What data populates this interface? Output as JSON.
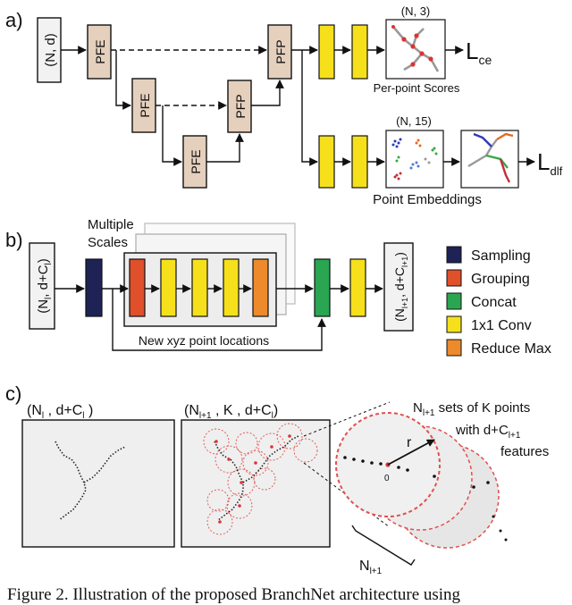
{
  "panel_a": {
    "label": "a)",
    "input": "(N, d)",
    "pfe_label": "PFE",
    "pfp_label": "PFP",
    "shape_scores": "(N, 3)",
    "scores_caption": "Per-point Scores",
    "loss_ce_main": "L",
    "loss_ce_sub": "ce",
    "shape_embed": "(N, 15)",
    "embed_caption": "Point Embeddings",
    "loss_dlf_main": "L",
    "loss_dlf_sub": "dlf"
  },
  "panel_b": {
    "label": "b)",
    "multiple": "Multiple",
    "scales": "Scales",
    "input_main": "(N",
    "input_sub": "l",
    "input_mid": ", d+C",
    "input_sub2": "l",
    "input_end": ")",
    "output_main": "(N",
    "output_sub": "l+1",
    "output_mid": ", d+C",
    "output_sub2": "l+1",
    "output_end": ")",
    "xyz_label": "New xyz point locations",
    "legend": [
      {
        "label": "Sampling",
        "color": "#1f2255"
      },
      {
        "label": "Grouping",
        "color": "#e0502a"
      },
      {
        "label": "Concat",
        "color": "#2aa652"
      },
      {
        "label": "1x1 Conv",
        "color": "#f6e01c"
      },
      {
        "label": "Reduce Max",
        "color": "#ec8a2c"
      }
    ]
  },
  "panel_c": {
    "label": "c)",
    "left_title_main": "(N",
    "left_title_sub": "l",
    "left_title_mid": " , d+C",
    "left_title_sub2": "l",
    "left_title_end": " )",
    "right_title_main": "(N",
    "right_title_sub": "l+1",
    "right_title_mid": " , K , d+C",
    "right_title_sub2": "l",
    "right_title_end": ")",
    "sets_main": "N",
    "sets_sub": "l+1",
    "sets_text": " sets of K points",
    "with_text": "with d+C",
    "with_sub": "l+1",
    "features": "features",
    "r_label": "r",
    "zero_label": "0",
    "n_main": "N",
    "n_sub": "l+1"
  },
  "caption": "Figure 2. Illustration of the proposed BranchNet architecture using"
}
